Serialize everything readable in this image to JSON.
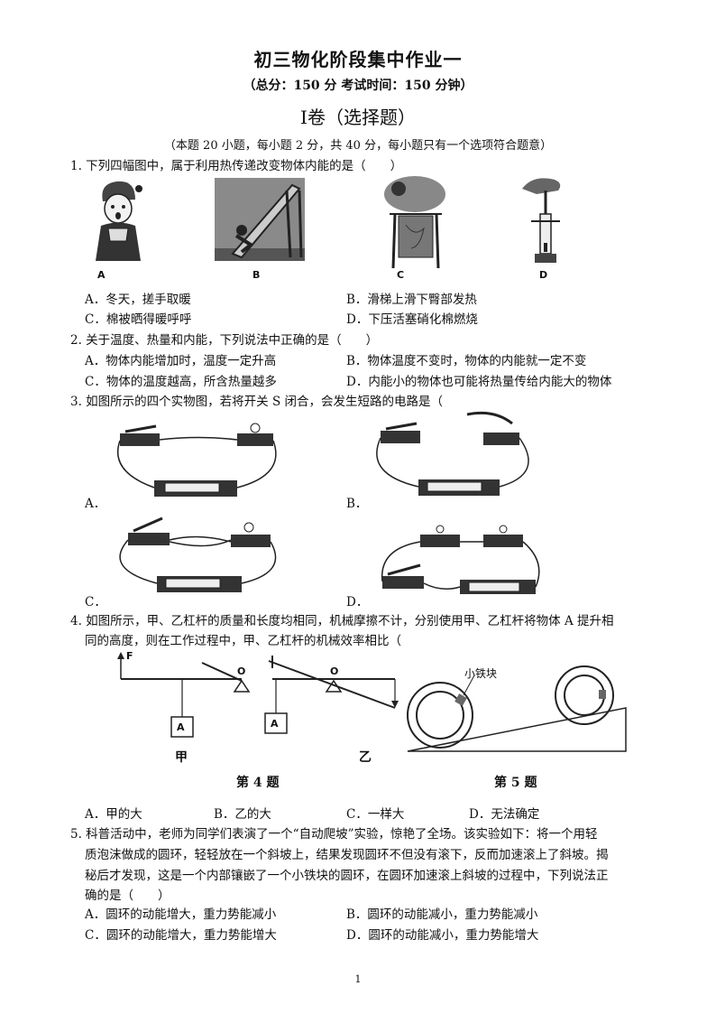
{
  "header": {
    "title": "初三物化阶段集中作业一",
    "subtitle": "（总分：150 分 考试时间：150 分钟）",
    "section": "Ⅰ卷（选择题）",
    "note": "（本题 20 小题，每小题 2 分，共 40 分，每小题只有一个选项符合题意）"
  },
  "q1": {
    "stem": "1. 下列四幅图中，属于利用热传递改变物体内能的是（　　）",
    "fig_labels": [
      "A",
      "B",
      "C",
      "D"
    ],
    "options": [
      "A．冬天，搓手取暖",
      "B．滑梯上滑下臀部发热",
      "C．棉被晒得暖呼呼",
      "D．下压活塞硝化棉燃烧"
    ]
  },
  "q2": {
    "stem": "2. 关于温度、热量和内能，下列说法中正确的是（　　）",
    "options": [
      "A．物体内能增加时，温度一定升高",
      "B．物体温度不变时，物体的内能就一定不变",
      "C．物体的温度越高，所含热量越多",
      "D．内能小的物体也可能将热量传给内能大的物体"
    ]
  },
  "q3": {
    "stem": "3. 如图所示的四个实物图，若将开关 S 闭合，会发生短路的电路是（",
    "option_labels": [
      "A．",
      "B．",
      "C．",
      "D．"
    ]
  },
  "q4": {
    "stem_line1": "4. 如图所示，甲、乙杠杆的质量和长度均相同，机械摩擦不计，分别使用甲、乙杠杆将物体 A 提升相",
    "stem_line2": "同的高度，则在工作过程中，甲、乙杠杆的机械效率相比（",
    "fig": {
      "force": "F",
      "pivot": "O",
      "block": "A",
      "jia": "甲",
      "yi": "乙",
      "iron_label": "小铁块"
    },
    "captions": [
      "第 4 题",
      "第 5 题"
    ],
    "options": [
      "A．甲的大",
      "B．乙的大",
      "C．一样大",
      "D．无法确定"
    ]
  },
  "q5": {
    "stem_line1": "5. 科普活动中，老师为同学们表演了一个“自动爬坡”实验，惊艳了全场。该实验如下：将一个用轻",
    "stem_line2": "质泡沫做成的圆环，轻轻放在一个斜坡上，结果发现圆环不但没有滚下，反而加速滚上了斜坡。揭",
    "stem_line3": "秘后才发现，这是一个内部镶嵌了一个小铁块的圆环，在圆环加速滚上斜坡的过程中，下列说法正",
    "stem_line4": "确的是（　　）",
    "options": [
      "A．圆环的动能增大，重力势能减小",
      "B．圆环的动能减小，重力势能减小",
      "C．圆环的动能增大，重力势能增大",
      "D．圆环的动能减小，重力势能增大"
    ]
  },
  "footer": {
    "page": "1"
  }
}
